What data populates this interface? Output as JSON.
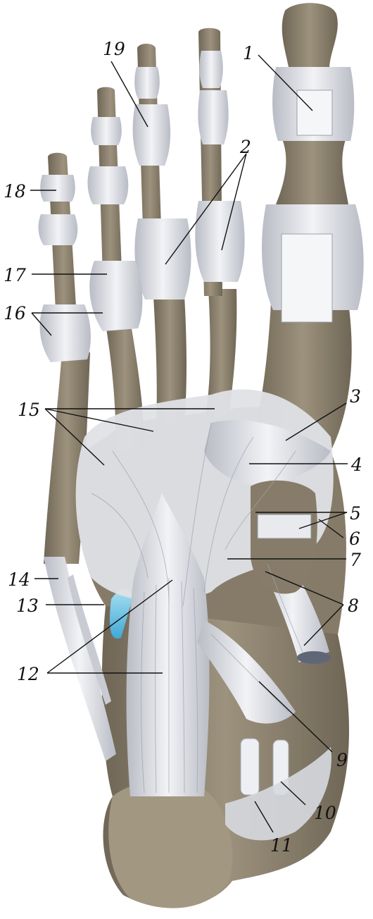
{
  "colors": {
    "bone": "#8e8471",
    "bone_dark": "#6f6656",
    "bone_light": "#c9bfa8",
    "ligament": "#e9eaee",
    "ligament_shade": "#b9bcc5",
    "cartilage": "#6fc7e6",
    "label": "#111111"
  },
  "labels": [
    "1",
    "2",
    "3",
    "4",
    "5",
    "6",
    "7",
    "8",
    "9",
    "10",
    "11",
    "12",
    "13",
    "14",
    "15",
    "16",
    "17",
    "18",
    "19"
  ]
}
